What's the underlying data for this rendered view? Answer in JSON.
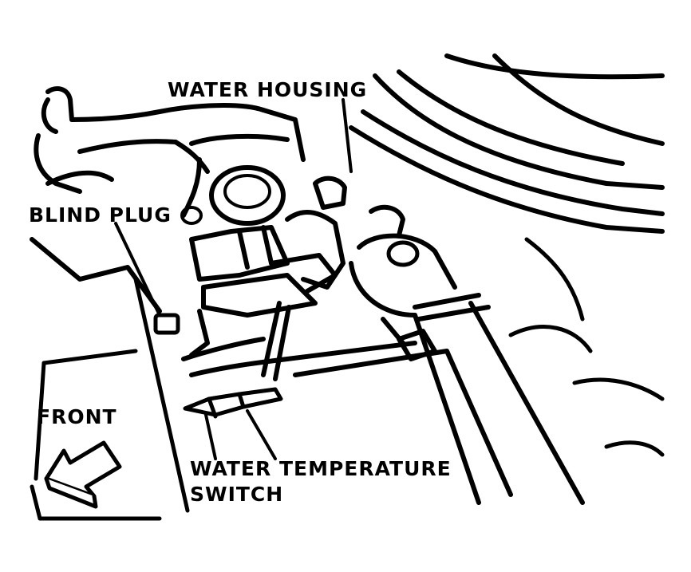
{
  "labels": {
    "water_housing": "WATER HOUSING",
    "blind_plug": "BLIND PLUG",
    "front": "FRONT",
    "water_temp_line1": "WATER TEMPERATURE",
    "water_temp_line2": "SWITCH"
  },
  "colors": {
    "ink": "#000000",
    "paper": "#ffffff"
  },
  "icons": {
    "front_arrow": "arrow-down-left-icon"
  }
}
